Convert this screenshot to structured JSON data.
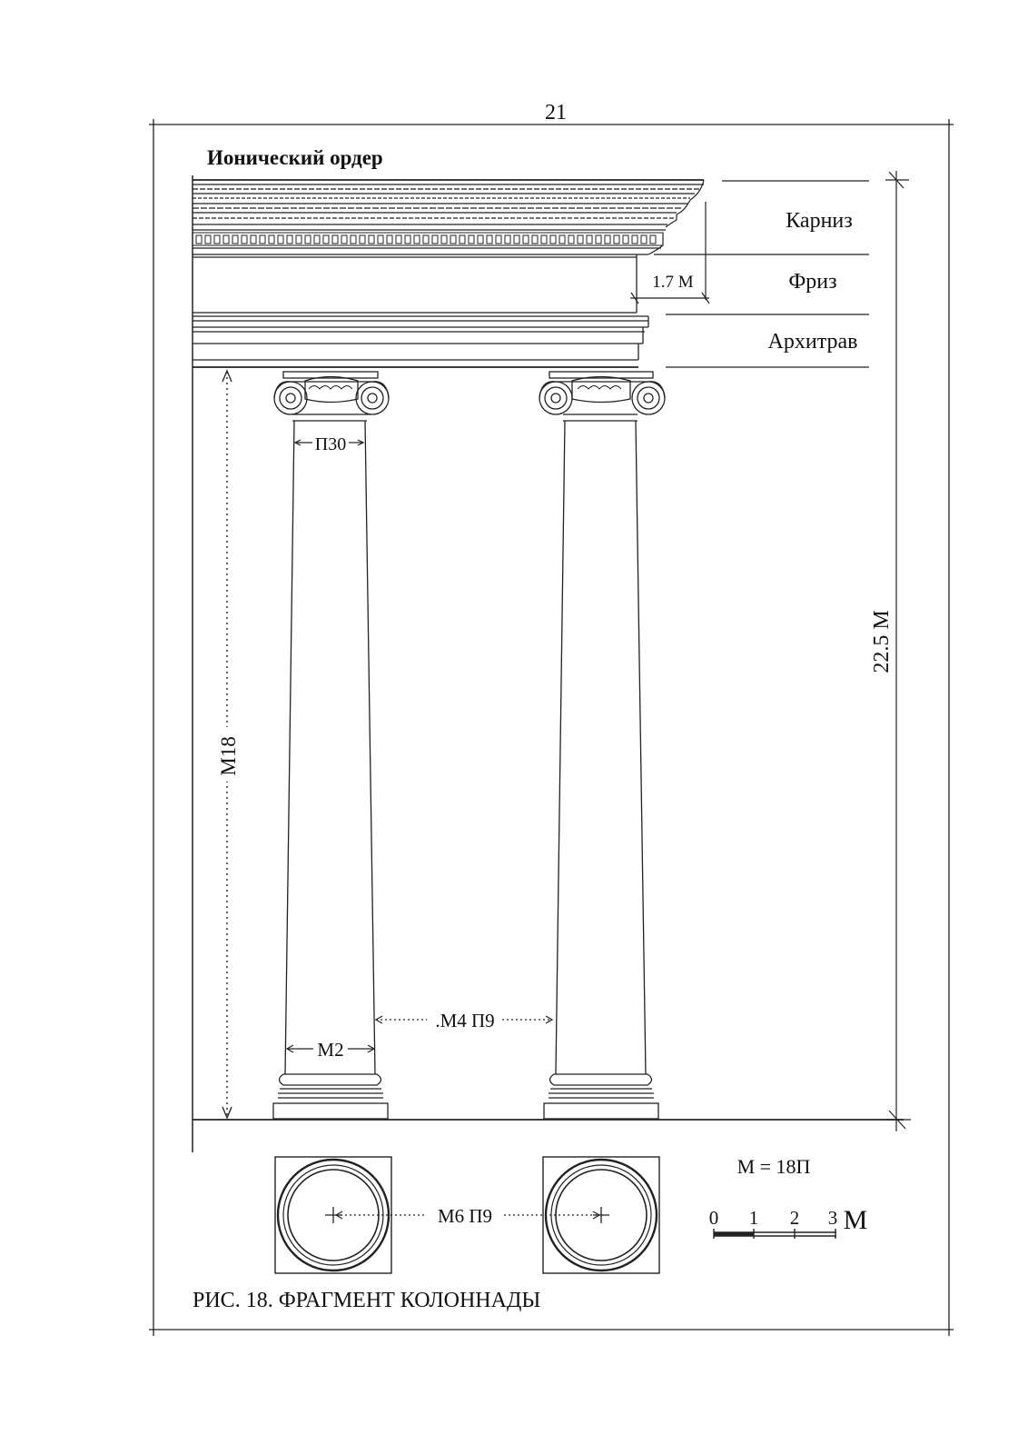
{
  "page_number": "21",
  "title": "Ионический ордер",
  "entablature": {
    "cornice_label": "Карниз",
    "frieze_label": "Фриз",
    "architrave_label": "Архитрав",
    "frieze_height": "1.7 М"
  },
  "dimensions": {
    "total_height": "22.5 М",
    "column_height": "М18",
    "top_diameter": "П30",
    "bottom_diameter": "М2",
    "intercolumn": ".М4 П9",
    "axis_spacing": "М6 П9"
  },
  "module_note": "М = 18П",
  "scale_bar": {
    "ticks": [
      "0",
      "1",
      "2",
      "3"
    ],
    "unit": "М"
  },
  "caption": "РИС. 18. ФРАГМЕНТ КОЛОННАДЫ"
}
